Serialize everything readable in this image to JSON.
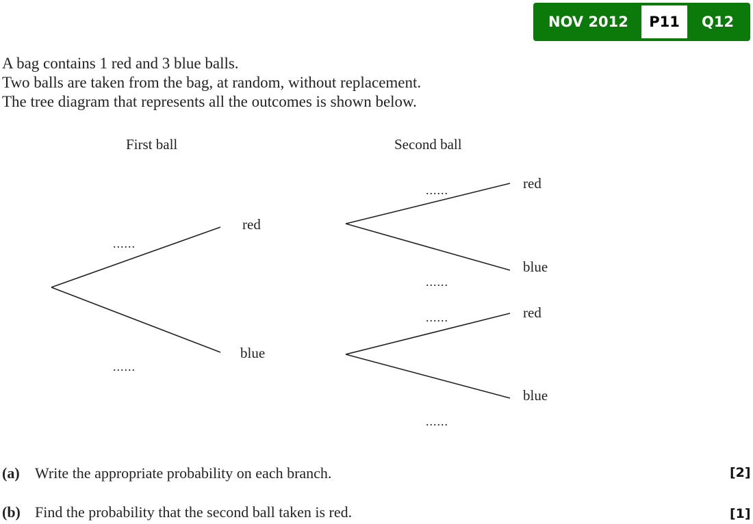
{
  "badge": {
    "session": "NOV 2012",
    "paper": "P11",
    "question": "Q12",
    "color": "#0b7a0b"
  },
  "intro": [
    "A bag contains 1 red and 3 blue balls.",
    "Two balls are taken from the bag, at random, without replacement.",
    "The tree diagram that represents all the outcomes is shown below."
  ],
  "tree": {
    "first_header": "First ball",
    "second_header": "Second ball",
    "first": [
      {
        "label": "red",
        "prob": "......"
      },
      {
        "label": "blue",
        "prob": "......"
      }
    ],
    "second": [
      {
        "label": "red",
        "prob": "......"
      },
      {
        "label": "blue",
        "prob": "......"
      },
      {
        "label": "red",
        "prob": "......"
      },
      {
        "label": "blue",
        "prob": "......"
      }
    ]
  },
  "questions": [
    {
      "part": "(a)",
      "text": "Write the appropriate probability on each branch.",
      "marks": "[2]"
    },
    {
      "part": "(b)",
      "text": "Find the probability that the second ball taken is red.",
      "marks": "[1]"
    }
  ]
}
